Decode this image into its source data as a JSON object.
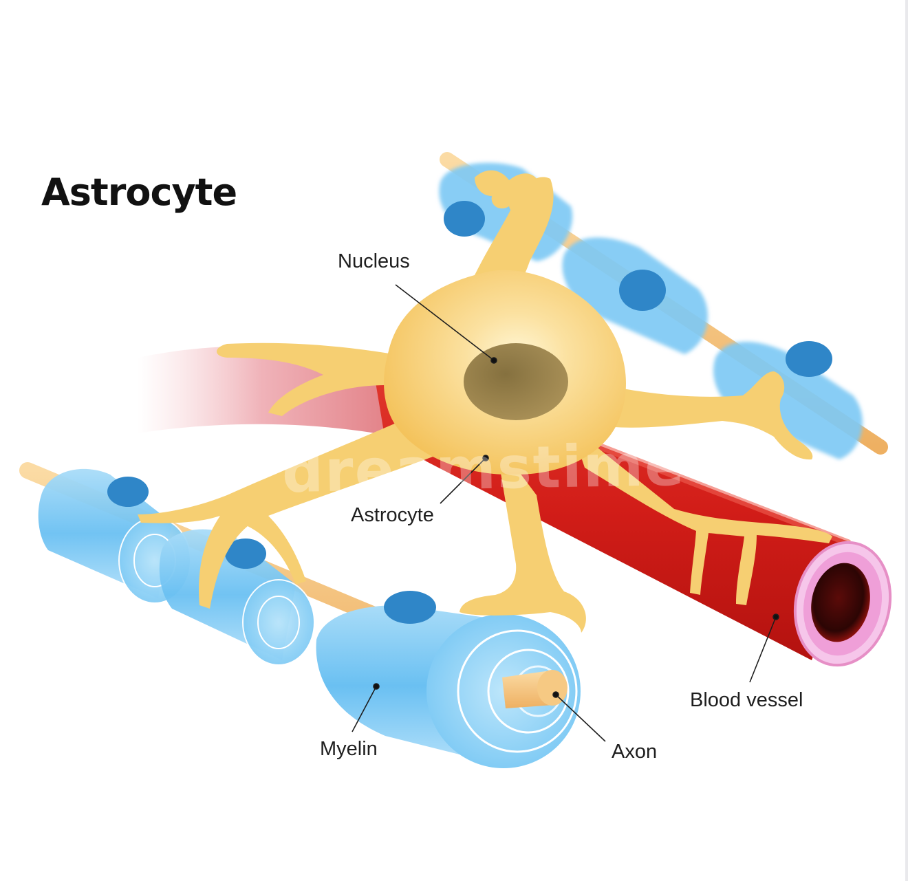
{
  "title": "Astrocyte",
  "labels": {
    "nucleus": "Nucleus",
    "astrocyte": "Astrocyte",
    "blood_vessel": "Blood vessel",
    "myelin": "Myelin",
    "axon": "Axon"
  },
  "watermark": "dreamstime",
  "colors": {
    "astrocyte": "#f6cf72",
    "astrocyte_highlight": "#fff2c6",
    "nucleus": "#9c8146",
    "myelin": "#6cc3f4",
    "myelin_dark": "#2f87c6",
    "axon": "#f5c27a",
    "vessel": "#d8241f",
    "vessel_lumen": "#4a0a08",
    "vessel_wall": "#f3a6dc",
    "vessel_fade": "#e8aab0"
  }
}
